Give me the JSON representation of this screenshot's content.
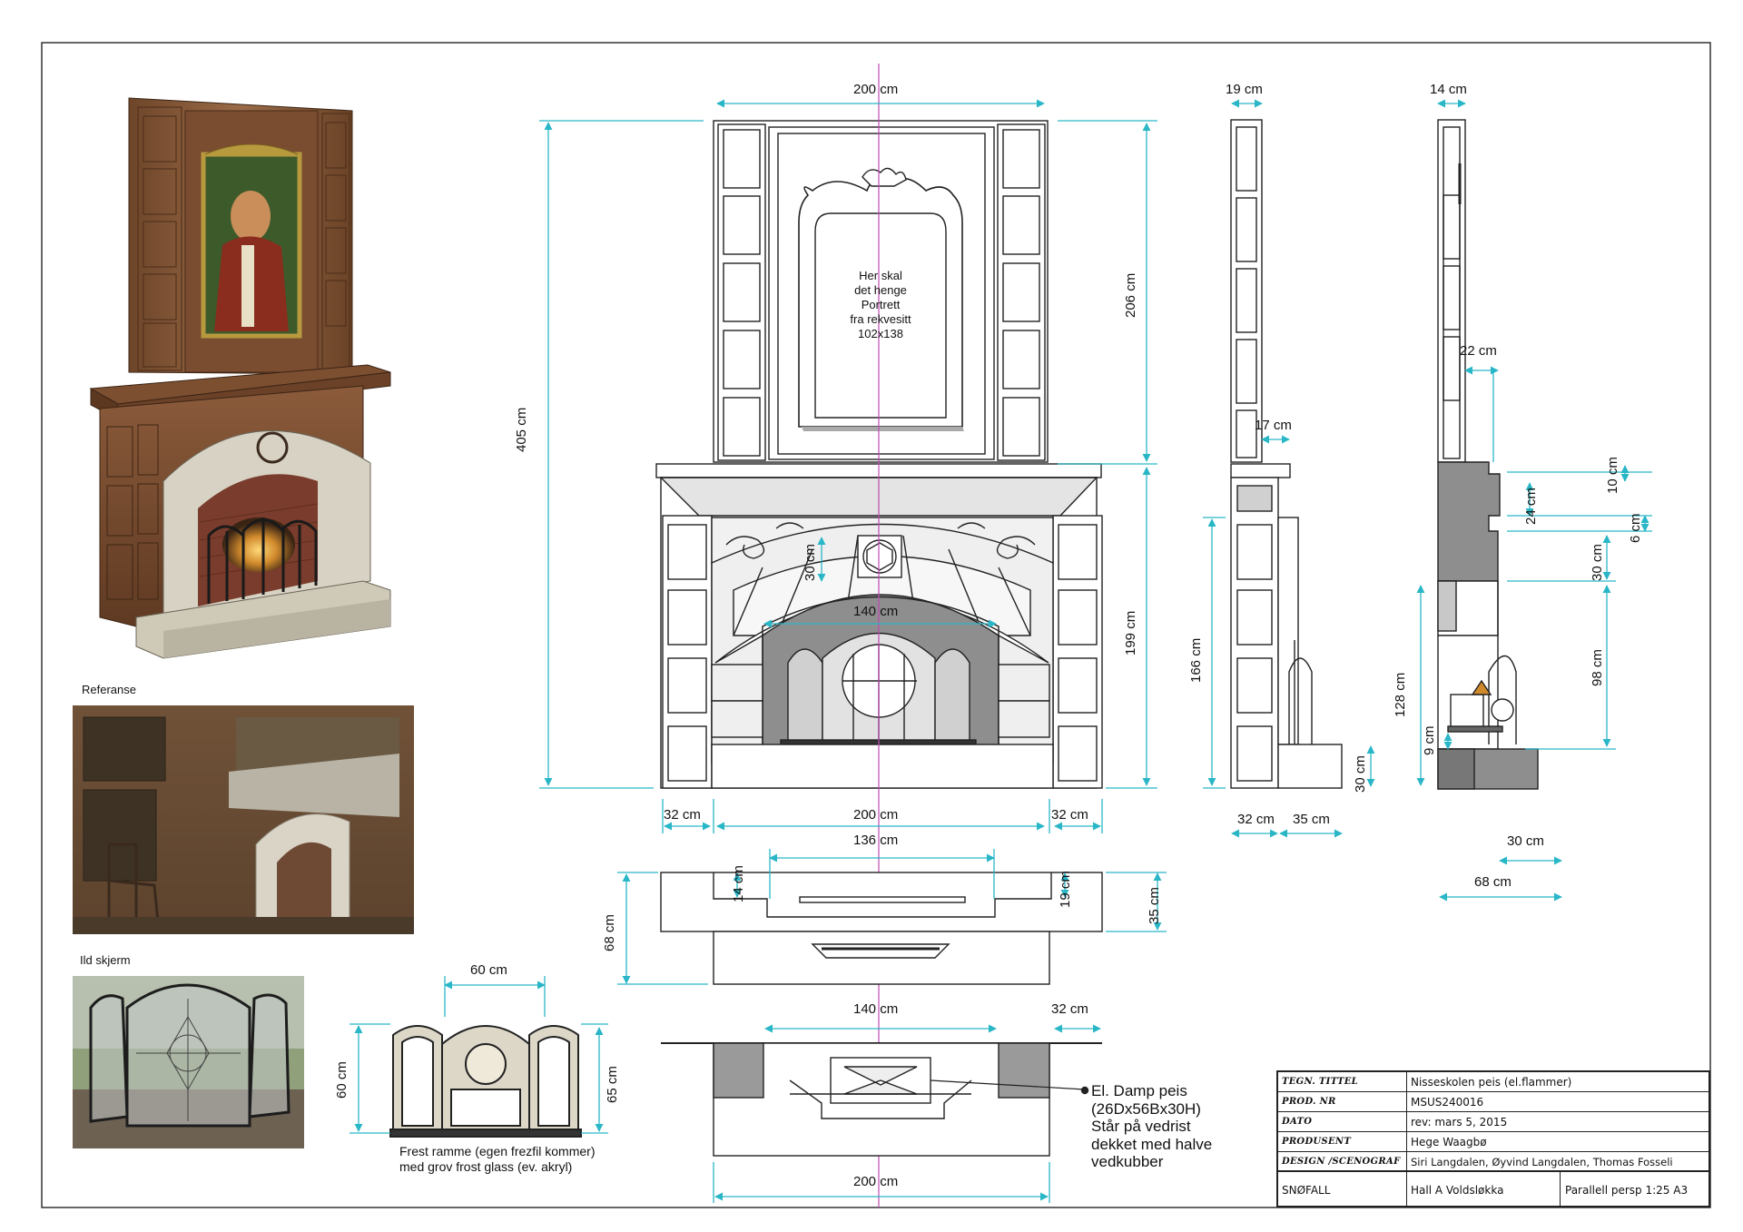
{
  "captions": {
    "reference": "Referanse",
    "fire_screen": "Ild skjerm",
    "frost_frame": [
      "Frest ramme (egen frezfil kommer)",
      "med grov frost glass (ev. akryl)"
    ]
  },
  "portrait_note": [
    "Her skal",
    "det henge",
    "Portrett",
    "fra rekvesitt",
    "102x138"
  ],
  "burner_note": [
    "El. Damp peis",
    "(26Dx56Bx30H)",
    "Står på vedrist",
    "dekket med halve",
    "vedkubber"
  ],
  "dims": {
    "front_width_top": "200 cm",
    "total_height": "405 cm",
    "upper_height": "206 cm",
    "lower_height": "199 cm",
    "arch_keystone": "30 cm",
    "opening_width": "140 cm",
    "left_pilaster": "32 cm",
    "front_width_bottom": "200 cm",
    "right_pilaster": "32 cm",
    "side_depth_top": "19 cm",
    "side_17": "17 cm",
    "side_166": "166 cm",
    "side_32": "32 cm",
    "side_35": "35 cm",
    "section_top": "14 cm",
    "section_22": "22 cm",
    "section_10": "10 cm",
    "section_24": "24 cm",
    "section_6": "6 cm",
    "section_30a": "30 cm",
    "section_98": "98 cm",
    "section_128": "128 cm",
    "section_9": "9 cm",
    "section_30b": "30 cm",
    "section_30c": "30 cm",
    "section_68": "68 cm",
    "plan_136": "136 cm",
    "plan_14": "14 cm",
    "plan_19": "19 cm",
    "plan_35": "35 cm",
    "plan_68": "68 cm",
    "plan2_140": "140 cm",
    "plan2_32": "32 cm",
    "plan2_200": "200 cm",
    "screen_60w": "60 cm",
    "screen_60h": "60 cm",
    "screen_65h": "65 cm"
  },
  "title_block": {
    "rows": [
      {
        "key": "TEGN. TITTEL",
        "value": "Nisseskolen peis (el.flammer)"
      },
      {
        "key": "PROD. NR",
        "value": "MSUS240016"
      },
      {
        "key": "DATO",
        "value": "rev: mars 5, 2015"
      },
      {
        "key": "PRODUSENT",
        "value": "Hege Waagbø"
      },
      {
        "key": "DESIGN /SCENOGRAF",
        "value": "Siri Langdalen, Øyvind Langdalen, Thomas Fosseli"
      }
    ],
    "bottom_left": "SNØFALL",
    "bottom_mid": "Hall A Voldsløkka",
    "bottom_right": "Parallell persp 1:25 A3"
  },
  "colors": {
    "dimension": "#29b6c6",
    "axis": "#c04ab3",
    "wood": "#8a5a3a",
    "stone": "#d8d2c2",
    "line": "#222222"
  }
}
